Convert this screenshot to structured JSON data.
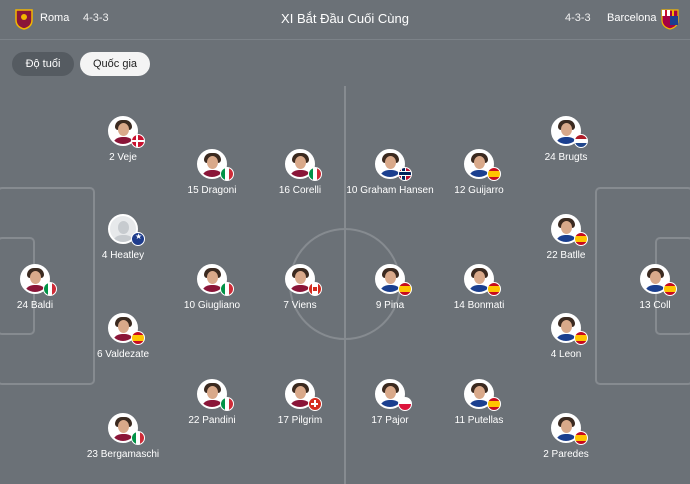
{
  "header": {
    "home": {
      "name": "Roma",
      "formation": "4-3-3",
      "crest_icon": "roma-crest-icon",
      "crest_color": "#8a1538"
    },
    "title": "XI Bắt Đầu Cuối Cùng",
    "away": {
      "name": "Barcelona",
      "formation": "4-3-3",
      "crest_icon": "barcelona-crest-icon",
      "crest_color": "#a50044"
    }
  },
  "toolbar": {
    "tabs": [
      {
        "label": "Độ tuổi",
        "active": false
      },
      {
        "label": "Quốc gia",
        "active": true
      }
    ]
  },
  "pitch": {
    "color": "#6b7177",
    "line_color": "#868b90"
  },
  "home_players": [
    {
      "label": "2 Veje",
      "flag": "denmark-flag"
    },
    {
      "label": "15 Dragoni",
      "flag": "italy-flag"
    },
    {
      "label": "16 Corelli",
      "flag": "italy-flag"
    },
    {
      "label": "4 Heatley",
      "flag": "australia-flag"
    },
    {
      "label": "24 Baldi",
      "flag": "italy-flag"
    },
    {
      "label": "10 Giugliano",
      "flag": "italy-flag"
    },
    {
      "label": "7 Viens",
      "flag": "canada-flag"
    },
    {
      "label": "6 Valdezate",
      "flag": "spain-flag"
    },
    {
      "label": "22 Pandini",
      "flag": "italy-flag"
    },
    {
      "label": "17 Pilgrim",
      "flag": "switzerland-flag"
    },
    {
      "label": "23 Bergamaschi",
      "flag": "italy-flag"
    }
  ],
  "away_players": [
    {
      "label": "24 Brugts",
      "flag": "netherlands-flag"
    },
    {
      "label": "10 Graham Hansen",
      "flag": "norway-flag"
    },
    {
      "label": "12 Guijarro",
      "flag": "spain-flag"
    },
    {
      "label": "22 Batlle",
      "flag": "spain-flag"
    },
    {
      "label": "9 Pina",
      "flag": "spain-flag"
    },
    {
      "label": "14 Bonmati",
      "flag": "spain-flag"
    },
    {
      "label": "13 Coll",
      "flag": "spain-flag"
    },
    {
      "label": "4 Leon",
      "flag": "spain-flag"
    },
    {
      "label": "17 Pajor",
      "flag": "poland-flag"
    },
    {
      "label": "11 Putellas",
      "flag": "spain-flag"
    },
    {
      "label": "2 Paredes",
      "flag": "spain-flag"
    }
  ]
}
